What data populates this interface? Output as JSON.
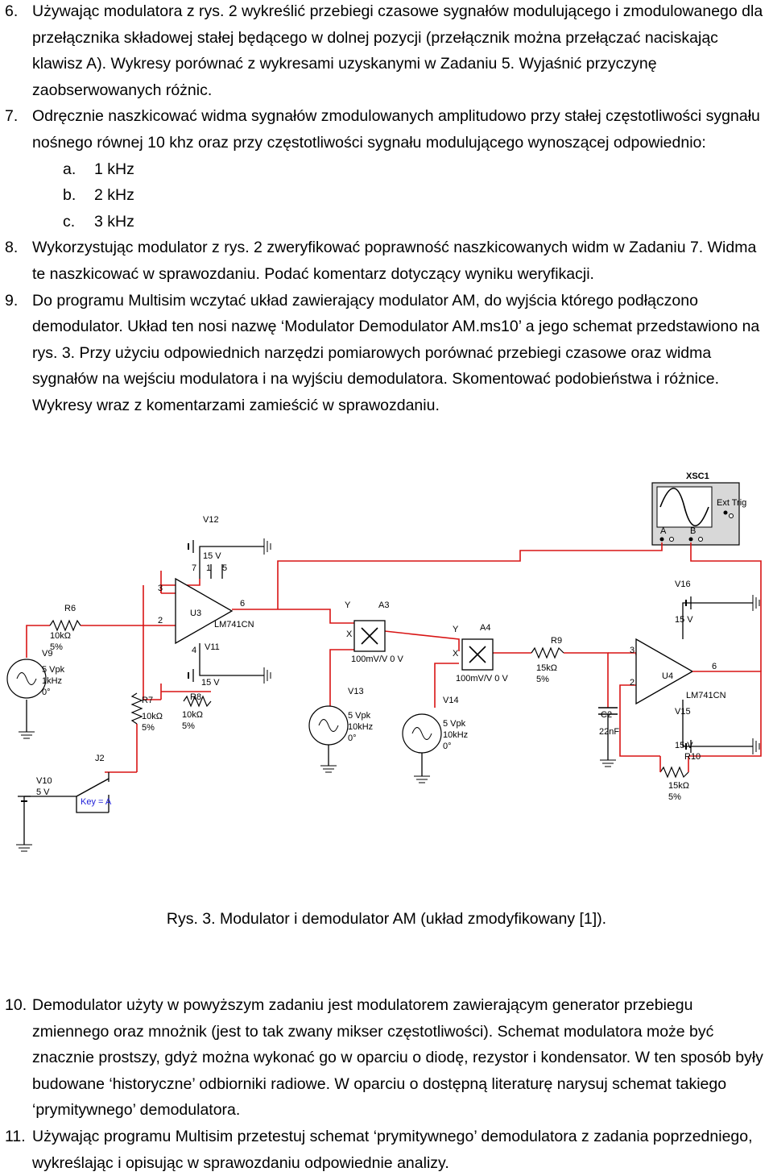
{
  "items_top": [
    {
      "num": "6.",
      "text": "Używając modulatora z rys. 2 wykreślić przebiegi czasowe sygnałów modulującego i zmodulowanego dla przełącznika składowej stałej będącego w dolnej pozycji (przełącznik można przełączać naciskając klawisz A). Wykresy porównać z wykresami uzyskanymi w Zadaniu 5. Wyjaśnić przyczynę zaobserwowanych różnic."
    },
    {
      "num": "7.",
      "text": "Odręcznie naszkicować widma sygnałów zmodulowanych amplitudowo przy stałej częstotliwości sygnału nośnego równej 10 khz oraz przy częstotliwości sygnału modulującego wynoszącej odpowiednio:"
    },
    {
      "num": "8.",
      "text": "Wykorzystując modulator z rys. 2 zweryfikować poprawność naszkicowanych widm w Zadaniu 7. Widma te naszkicować w sprawozdaniu. Podać komentarz dotyczący wyniku weryfikacji."
    },
    {
      "num": "9.",
      "text": "Do programu Multisim wczytać układ zawierający modulator AM, do wyjścia którego podłączono demodulator. Układ ten nosi nazwę ‘Modulator Demodulator AM.ms10’ a jego schemat przedstawiono na rys. 3. Przy użyciu odpowiednich narzędzi pomiarowych porównać przebiegi czasowe oraz widma sygnałów na wejściu modulatora i na wyjściu demodulatora. Skomentować podobieństwa i różnice. Wykresy wraz z komentarzami zamieścić w sprawozdaniu."
    }
  ],
  "subitems": [
    {
      "letter": "a.",
      "text": "1 kHz"
    },
    {
      "letter": "b.",
      "text": "2 kHz"
    },
    {
      "letter": "c.",
      "text": "3 kHz"
    }
  ],
  "caption": "Rys. 3. Modulator i demodulator AM (układ zmodyfikowany [1]).",
  "items_bottom": [
    {
      "num": "10.",
      "text": "Demodulator użyty w powyższym zadaniu jest modulatorem zawierającym generator przebiegu zmiennego oraz mnożnik (jest to tak zwany mikser częstotliwości). Schemat modulatora może być znacznie prostszy, gdyż można wykonać go w oparciu o diodę, rezystor i kondensator. W ten sposób były budowane ‘historyczne’ odbiorniki radiowe. W oparciu o dostępną literaturę narysuj schemat takiego ‘prymitywnego’ demodulatora."
    },
    {
      "num": "11.",
      "text": "Używając programu Multisim przetestuj schemat ‘prymitywnego’ demodulatora z zadania poprzedniego, wykreślając i opisując w sprawozdaniu odpowiednie analizy."
    }
  ],
  "schematic": {
    "scope": {
      "name": "XSC1",
      "ext_trig": "Ext Trig",
      "ch_a": "A",
      "ch_b": "B",
      "plus": "+",
      "minus": "-"
    },
    "V12": {
      "name": "V12",
      "value": "15 V"
    },
    "V11": {
      "name": "V11",
      "value": "15 V"
    },
    "V16": {
      "name": "V16",
      "value": "15 V"
    },
    "V15": {
      "name": "V15",
      "value": "15 V"
    },
    "V9": {
      "name": "V9",
      "amp": "5 Vpk",
      "freq": "1kHz",
      "phase": "0°"
    },
    "V13": {
      "name": "V13",
      "amp": "5 Vpk",
      "freq": "10kHz",
      "phase": "0°"
    },
    "V14": {
      "name": "V14",
      "amp": "5 Vpk",
      "freq": "10kHz",
      "phase": "0°"
    },
    "V10": {
      "name": "V10",
      "value": "5 V"
    },
    "R6": {
      "name": "R6",
      "value": "10kΩ",
      "tol": "5%"
    },
    "R7": {
      "name": "R7",
      "value": "10kΩ",
      "tol": "5%"
    },
    "R8": {
      "name": "R8",
      "value": "10kΩ",
      "tol": "5%"
    },
    "R9": {
      "name": "R9",
      "value": "15kΩ",
      "tol": "5%"
    },
    "R10": {
      "name": "R10",
      "value": "15kΩ",
      "tol": "5%"
    },
    "C2": {
      "name": "C2",
      "value": "22nF"
    },
    "U3": {
      "name": "U3",
      "part": "LM741CN"
    },
    "U4": {
      "name": "U4",
      "part": "LM741CN"
    },
    "A3": {
      "name": "A3",
      "gain": "100mV/V 0 V"
    },
    "A4": {
      "name": "A4",
      "gain": "100mV/V 0 V"
    },
    "J2": {
      "name": "J2",
      "key": "Key = A"
    },
    "pins": {
      "p1": "1",
      "p2": "2",
      "p3": "3",
      "p4": "4",
      "p5": "5",
      "p6": "6",
      "p7": "7"
    },
    "mult": {
      "x": "X",
      "y": "Y"
    }
  }
}
